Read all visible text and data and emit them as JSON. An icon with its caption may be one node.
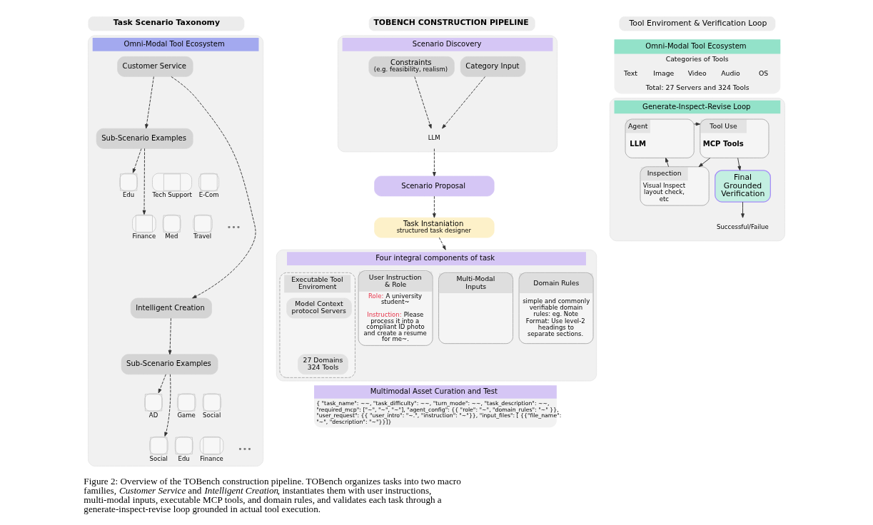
{
  "diagram": {
    "caption": "Figure 2: Overview of the TOBench construction pipeline. TOBench organizes tasks into two macro families, *Customer Service* and *Intelligent Creation*, instantiates them with user instructions, multi-modal inputs, executable MCP tools, and domain rules, and validates each task through a generate-inspect-revise loop grounded in actual tool execution.",
    "nodes": [
      {
        "text": [
          "Task Scenario Taxonomy"
        ]
      },
      {
        "text": [
          "Omni-Modal Tool Ecosystem"
        ]
      },
      {
        "text": [
          "Customer Service"
        ],
        "in": 1
      },
      {
        "text": [
          "Sub-Scenario Examples"
        ],
        "in": 1
      },
      {
        "text": [
          "Edu"
        ],
        "in": 1
      },
      {
        "text": [
          "Tech Support"
        ],
        "in": 1
      },
      {
        "text": [
          "E-Com"
        ],
        "in": 1
      },
      {
        "text": [
          "Finance"
        ],
        "in": 1
      },
      {
        "text": [
          "Med"
        ],
        "in": 1
      },
      {
        "text": [
          "Travel"
        ],
        "in": 1
      },
      {
        "text": [
          "Intelligent Creation"
        ],
        "in": 1
      },
      {
        "text": [
          "Sub-Scenario Examples"
        ],
        "in": 1
      },
      {
        "text": [
          "AD"
        ],
        "in": 1
      },
      {
        "text": [
          "Game"
        ],
        "in": 1
      },
      {
        "text": [
          "Social"
        ],
        "in": 1
      },
      {
        "text": [
          "Social"
        ],
        "in": 1
      },
      {
        "text": [
          "Edu"
        ],
        "in": 1
      },
      {
        "text": [
          "Finance"
        ],
        "in": 1
      },
      {
        "text": [
          "TOBENCH CONSTRUCTION PIPELINE"
        ]
      },
      {
        "text": [
          "Scenario Discovery"
        ]
      },
      {
        "text": [
          "Constraints",
          "(e.g. feasibility, realism)"
        ],
        "in": 19
      },
      {
        "text": [
          "LLM"
        ],
        "in": 19
      },
      {
        "text": [
          "Category Input"
        ],
        "in": 19
      },
      {
        "text": [
          "Scenario Proposal"
        ]
      },
      {
        "text": [
          "Task Instaniation",
          "structured task designer"
        ]
      },
      {
        "text": [
          "Four integral components of task"
        ]
      },
      {
        "text": [
          "User Instruction & Role",
          "Role: A university student~",
          "Instruction: Please process it into a compliant ID photo and create a resume for me~."
        ],
        "in": 25
      },
      {
        "text": [
          "Multi-Modal Inputs"
        ],
        "in": 25
      },
      {
        "text": [
          "Executable Tool Enviroment"
        ],
        "in": 25
      },
      {
        "text": [
          "Model Context protocol Servers"
        ],
        "in": 28
      },
      {
        "text": [
          "27 Domains 324 Tools"
        ],
        "in": 28
      },
      {
        "text": [
          "Domain Rules",
          "simple and commonly verifiable domain rules: eg. Note Format: Use level-2 headings to separate sections."
        ],
        "in": 25
      },
      {
        "text": [
          "Multimodal Asset Curation and Test",
          "{ \"task_name\": ~~, \"task_difficulty\": ~~, \"turn_mode\": ~~, \"task_description\": ~~, \"required_mcp\": [\"~\", \"~\", \"~\"], \"agent_config\": {{ \"role\": \"~\", \"domain_rules\": \"~\" }}, \"user_request\": {{ \"user_intro\": \"~.\", \"instruction\": \"~\"}}, \"input_files\": [ {{\"file_name\": \"~\", \"description\": \"~\"}}]}"
        ]
      },
      {
        "text": [
          "Tool Enviroment & Verification Loop"
        ]
      },
      {
        "text": [
          "Omni-Modal Tool Ecosystem",
          "Categories of Tools",
          "Text",
          "Image",
          "Video",
          "Audio",
          "OS",
          "Total: 27 Servers and 324 Tools"
        ]
      },
      {
        "text": [
          "Generate-Inspect-Revise Loop"
        ]
      },
      {
        "text": [
          "Agent",
          "LLM"
        ],
        "in": 35
      },
      {
        "text": [
          "Tool Use",
          "MCP Tools"
        ],
        "in": 35
      },
      {
        "text": [
          "Inspection",
          "Visual Inspect layout check, etc"
        ],
        "in": 35
      },
      {
        "text": [
          "Final Grounded Verification"
        ],
        "in": 35
      },
      {
        "text": [
          "Successful/Failue"
        ],
        "in": 35
      }
    ],
    "edges": [
      {
        "from": 2,
        "to": 10,
        "arrow": "to",
        "style": "dashed"
      },
      {
        "from": 2,
        "to": 3,
        "arrow": "to",
        "style": "dashed"
      },
      {
        "from": 3,
        "to": 4,
        "arrow": "to",
        "style": "dashed"
      },
      {
        "from": 3,
        "to": 7,
        "arrow": "to",
        "style": "dashed"
      },
      {
        "from": 10,
        "to": 11,
        "arrow": "to",
        "style": "dashed"
      },
      {
        "from": 11,
        "to": 12,
        "arrow": "to",
        "style": "dashed"
      },
      {
        "from": 11,
        "to": 15,
        "arrow": "to",
        "style": "dashed"
      },
      {
        "from": 20,
        "to": 21,
        "arrow": "to",
        "style": "dashed"
      },
      {
        "from": 22,
        "to": 21,
        "arrow": "to",
        "style": "dashed"
      },
      {
        "from": 21,
        "to": 23,
        "arrow": "to",
        "style": "dashed"
      },
      {
        "from": 23,
        "to": 24,
        "arrow": "to",
        "style": "dashed"
      },
      {
        "from": 24,
        "to": 25,
        "arrow": "to",
        "style": "dashed"
      },
      {
        "from": 36,
        "to": 37,
        "arrow": "to"
      },
      {
        "from": 37,
        "to": 38,
        "arrow": "to"
      },
      {
        "from": 37,
        "to": 39,
        "arrow": "to"
      },
      {
        "from": 38,
        "to": 36,
        "arrow": "to"
      },
      {
        "from": 39,
        "to": 40,
        "arrow": "to"
      }
    ],
    "labels": [
      "•••",
      "•••"
    ]
  }
}
